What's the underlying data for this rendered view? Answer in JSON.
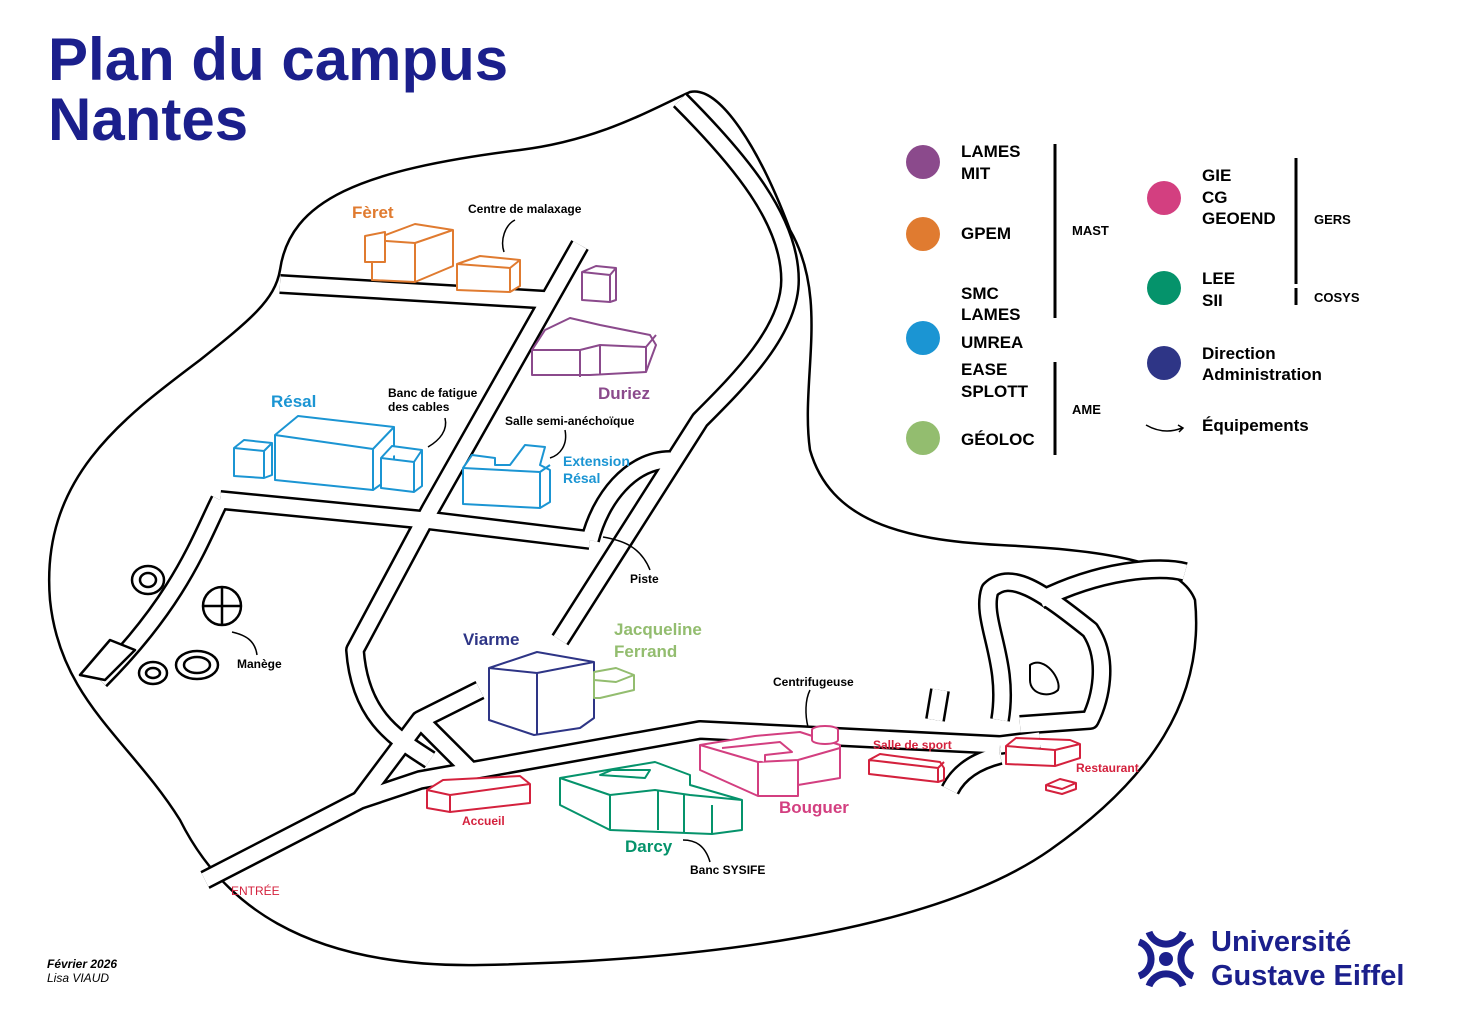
{
  "title": {
    "line1": "Plan du campus",
    "line2": "Nantes"
  },
  "credits": {
    "date": "Février 2026",
    "author": "Lisa VIAUD"
  },
  "logo": {
    "line1": "Université",
    "line2": "Gustave Eiffel"
  },
  "colors": {
    "title": "#1b1f8c",
    "purple": "#8b4a8c",
    "orange": "#e07b30",
    "blue": "#1b95d3",
    "light_green": "#93bd6f",
    "pink": "#d33f80",
    "teal": "#05936b",
    "navy": "#2e3586",
    "red": "#d4213d"
  },
  "legend": {
    "groups": [
      {
        "color": "purple",
        "labels": [
          "LAMES",
          "MIT"
        ]
      },
      {
        "color": "orange",
        "labels": [
          "GPEM"
        ]
      },
      {
        "color": "blue",
        "labels": [
          "SMC",
          "LAMES",
          "UMREA",
          "EASE",
          "SPLOTT"
        ]
      },
      {
        "color": "light_green",
        "labels": [
          "GÉOLOC"
        ]
      },
      {
        "color": "pink",
        "labels": [
          "GIE",
          "CG",
          "GEOEND"
        ]
      },
      {
        "color": "teal",
        "labels": [
          "LEE",
          "SII"
        ]
      },
      {
        "color": "navy",
        "labels": [
          "Direction",
          "Administration"
        ]
      }
    ],
    "departments": {
      "mast": "MAST",
      "ame": "AME",
      "gers": "GERS",
      "cosys": "COSYS"
    },
    "equipment": {
      "icon": "curved-arrow-icon",
      "label": "Équipements"
    }
  },
  "buildings": {
    "feret": "Fèret",
    "duriez": "Duriez",
    "resal": "Résal",
    "extension_resal": [
      "Extension",
      "Résal"
    ],
    "viarme": "Viarme",
    "jacqueline_ferrand": [
      "Jacqueline",
      "Ferrand"
    ],
    "bouguer": "Bouguer",
    "darcy": "Darcy",
    "accueil": "Accueil",
    "salle_de_sport": "Salle de sport",
    "restaurant": "Restaurant"
  },
  "equipment_labels": {
    "centre_malaxage": "Centre de malaxage",
    "banc_fatigue": [
      "Banc de fatigue",
      "des cables"
    ],
    "salle_semi": "Salle semi-anéchoïque",
    "piste": "Piste",
    "manege": "Manège",
    "centrifugeuse": "Centrifugeuse",
    "banc_sysife": "Banc SYSIFE"
  },
  "entrance": "ENTRÉE"
}
